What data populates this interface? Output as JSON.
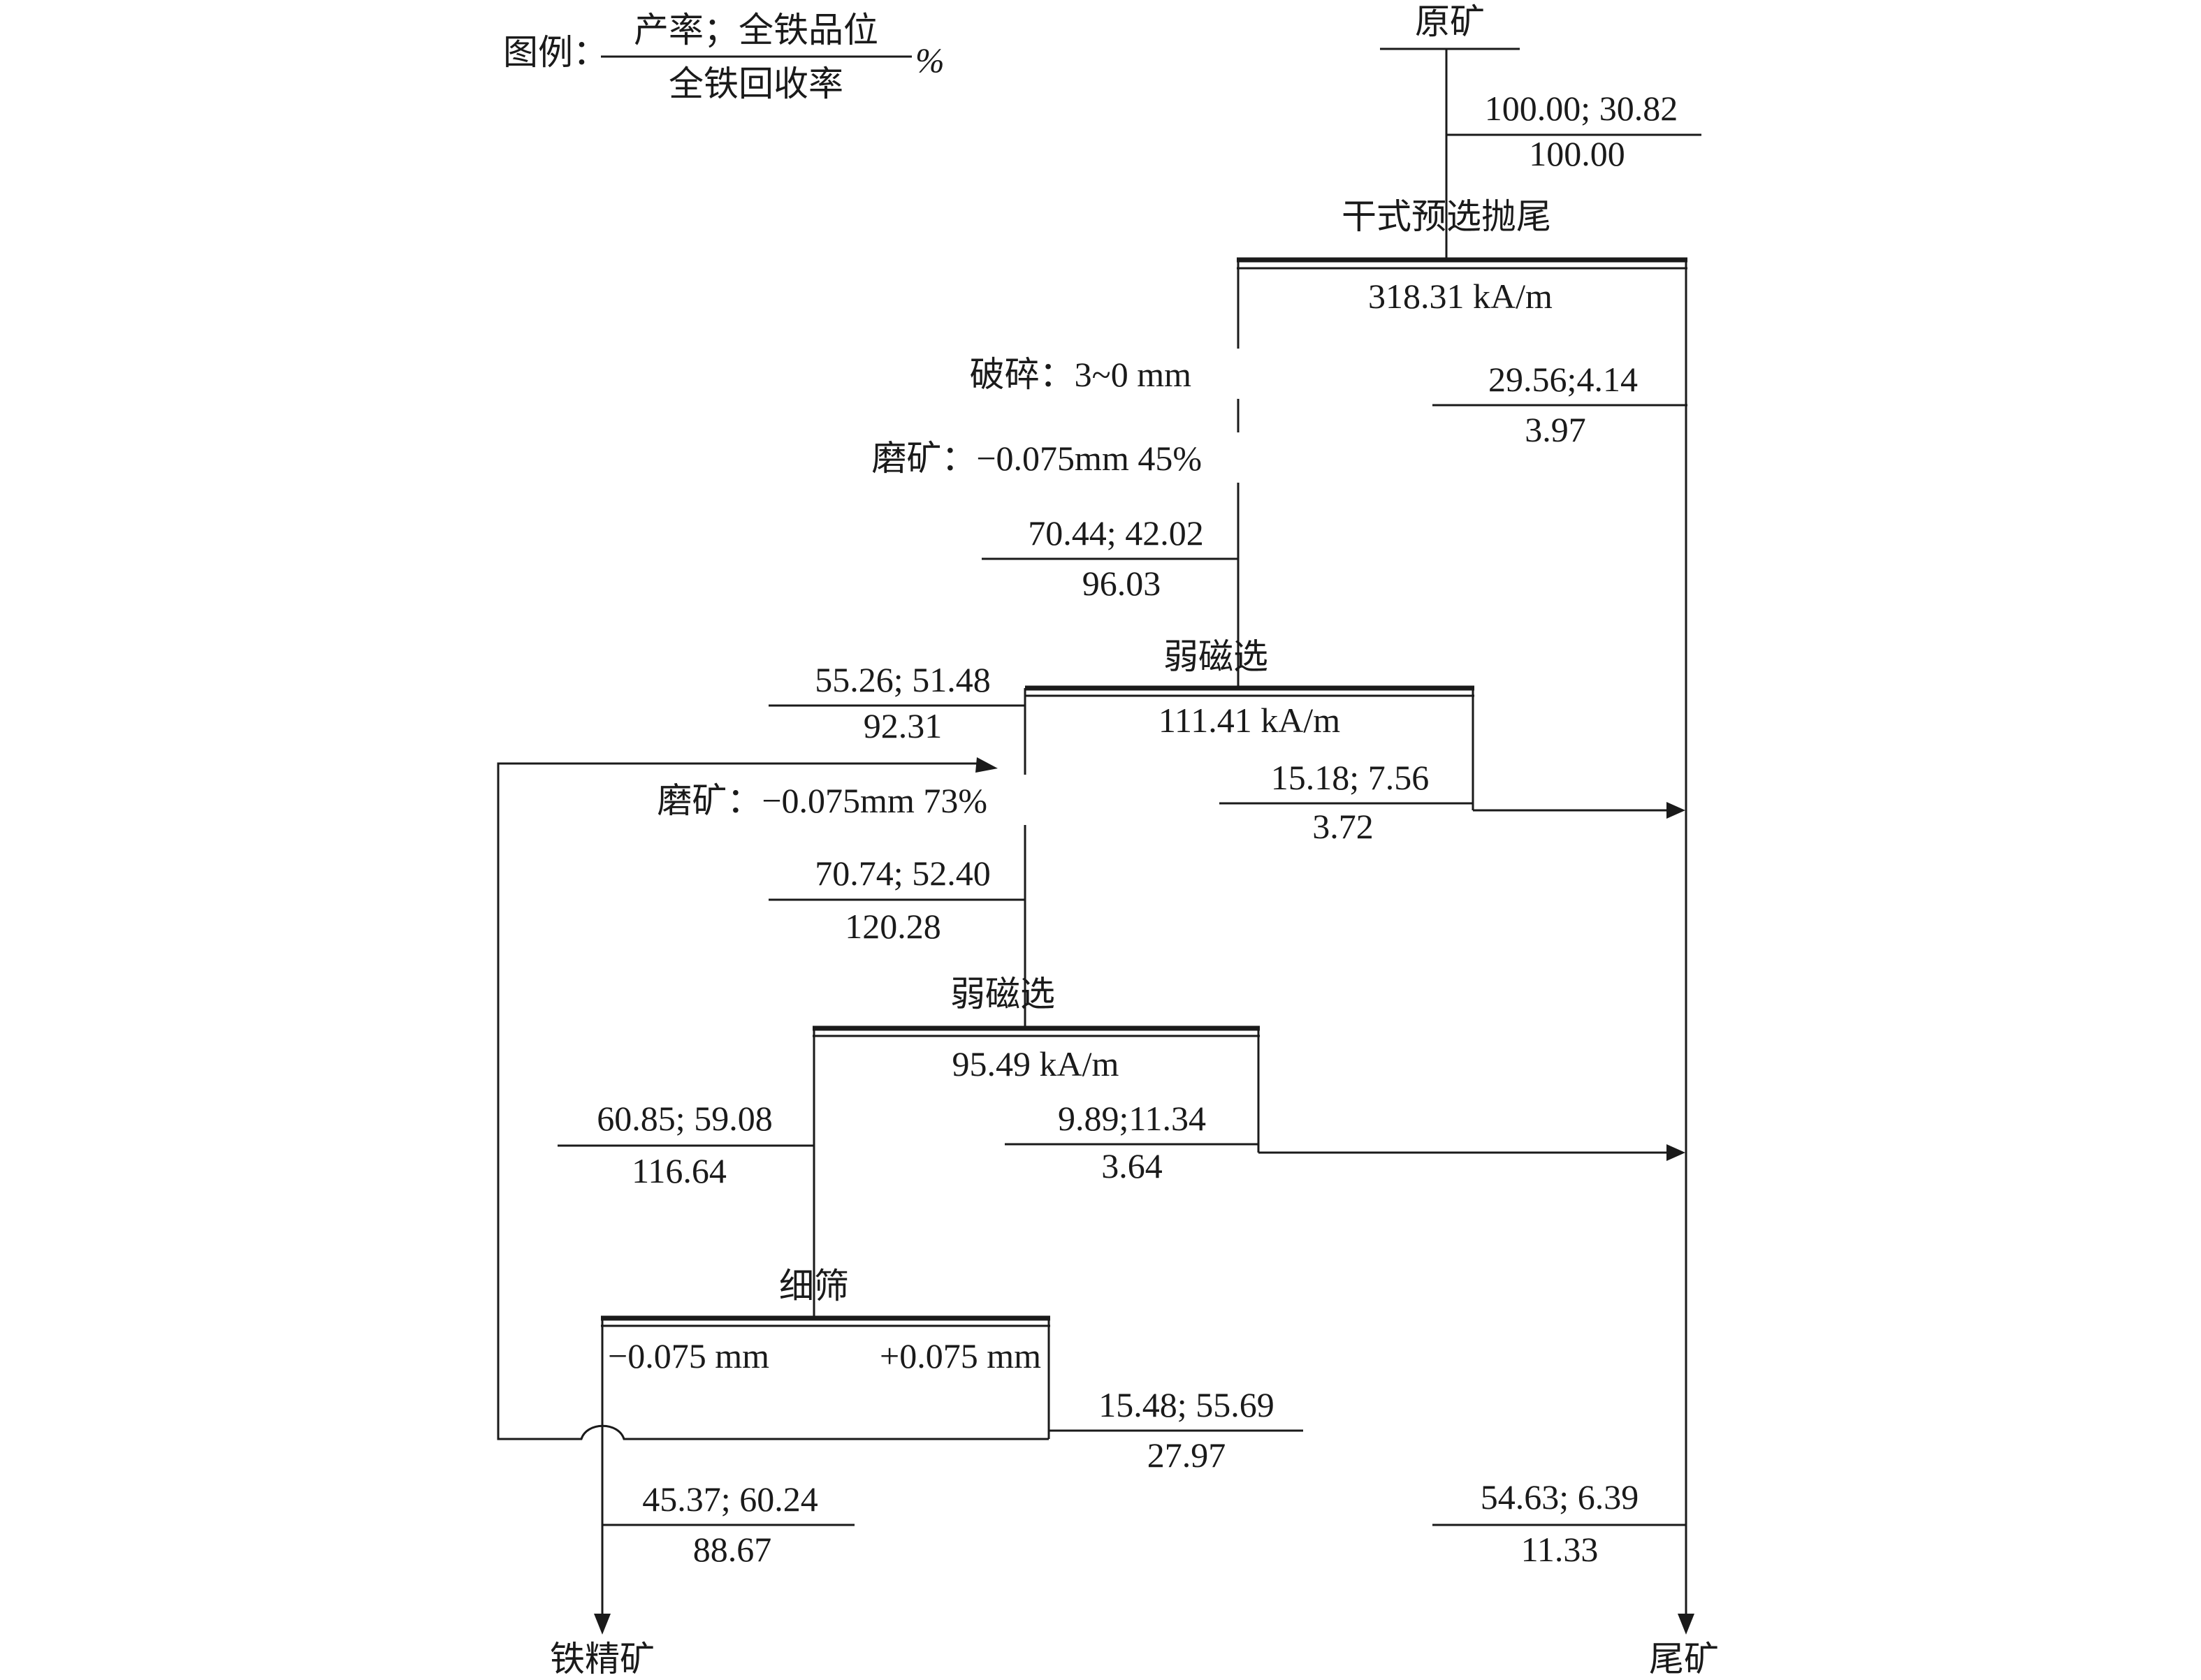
{
  "legend": {
    "prefix": "图例：",
    "numerator": "产率；全铁品位",
    "denominator": "全铁回收率",
    "unit": "%"
  },
  "raw_ore": {
    "label": "原矿",
    "top": "100.00; 30.82",
    "bottom": "100.00"
  },
  "dry_separation": {
    "label": "干式预选抛尾",
    "field": "318.31 kA/m",
    "tail_top": "29.56;4.14",
    "tail_bottom": "3.97"
  },
  "crushing": {
    "label": "破碎：3~0 mm"
  },
  "grinding1": {
    "label": "磨矿：−0.075mm 45%",
    "top": "70.44; 42.02",
    "bottom": "96.03"
  },
  "lims1": {
    "label": "弱磁选",
    "field": "111.41 kA/m",
    "conc_top": "55.26; 51.48",
    "conc_bottom": "92.31",
    "tail_top": "15.18; 7.56",
    "tail_bottom": "3.72"
  },
  "grinding2": {
    "label": "磨矿：−0.075mm 73%",
    "top": "70.74; 52.40",
    "bottom": "120.28"
  },
  "lims2": {
    "label": "弱磁选",
    "field": "95.49 kA/m",
    "conc_top": "60.85; 59.08",
    "conc_bottom": "116.64",
    "tail_top": "9.89;11.34",
    "tail_bottom": "3.64"
  },
  "screen": {
    "label": "细筛",
    "under_label": "−0.075 mm",
    "over_label": "+0.075 mm",
    "over_top": "15.48; 55.69",
    "over_bottom": "27.97"
  },
  "concentrate": {
    "label": "铁精矿",
    "top": "45.37; 60.24",
    "bottom": "88.67"
  },
  "tailings": {
    "label": "尾矿",
    "top": "54.63; 6.39",
    "bottom": "11.33"
  }
}
